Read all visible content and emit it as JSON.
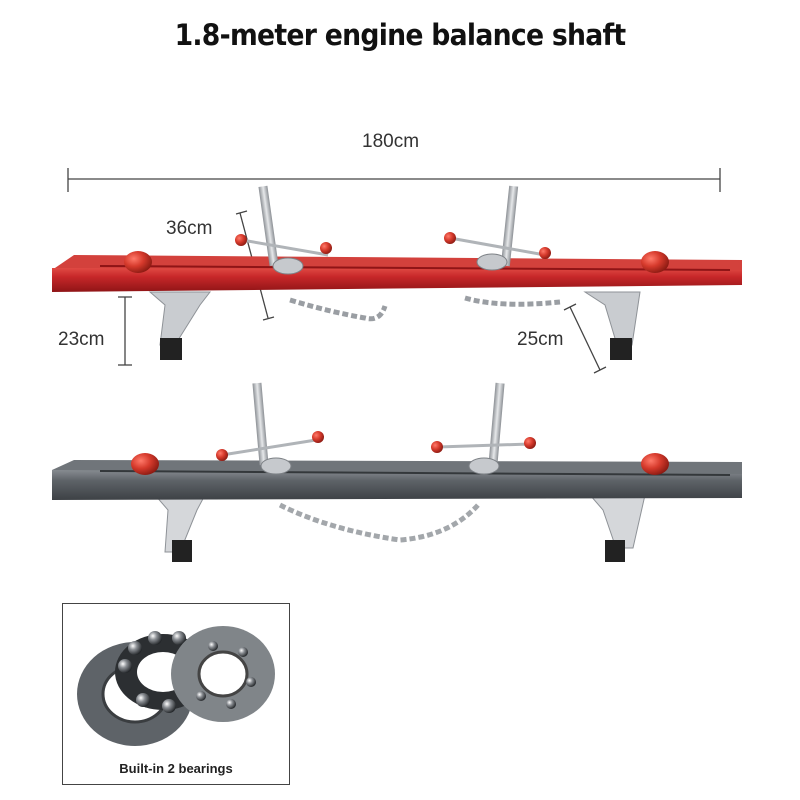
{
  "title": "1.8-meter engine balance shaft",
  "dimensions": {
    "overall_length": "180cm",
    "post_height": "36cm",
    "leg_height_left": "23cm",
    "leg_height_right": "25cm"
  },
  "inset": {
    "caption": "Built-in 2 bearings"
  },
  "colors": {
    "red_beam": "#c8282a",
    "gray_beam": "#5e6368",
    "knob_red": "#d63a2c",
    "steel": "#b9bdc2"
  }
}
